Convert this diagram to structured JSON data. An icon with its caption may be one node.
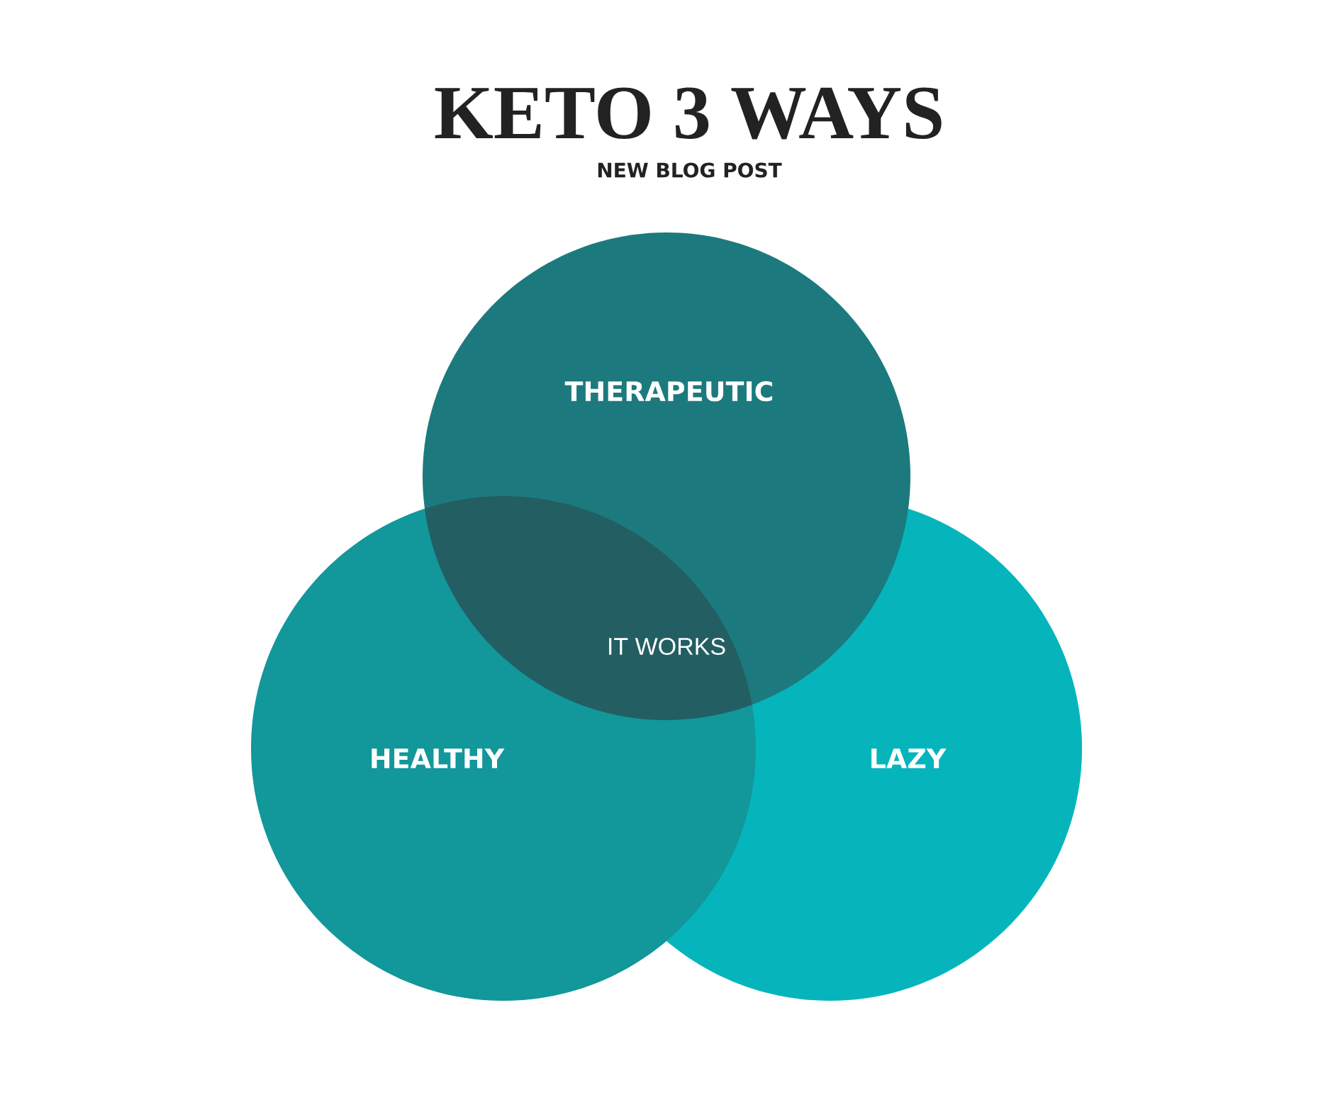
{
  "diagram": {
    "title": "KETO 3 WAYS",
    "nodes": [
      {
        "text": [
          "THERAPEUTIC"
        ]
      },
      {
        "text": [
          "HEALTHY"
        ]
      },
      {
        "text": [
          "LAZY"
        ]
      }
    ],
    "labels": [
      "NEW BLOG POST",
      "IT WORKS"
    ]
  }
}
